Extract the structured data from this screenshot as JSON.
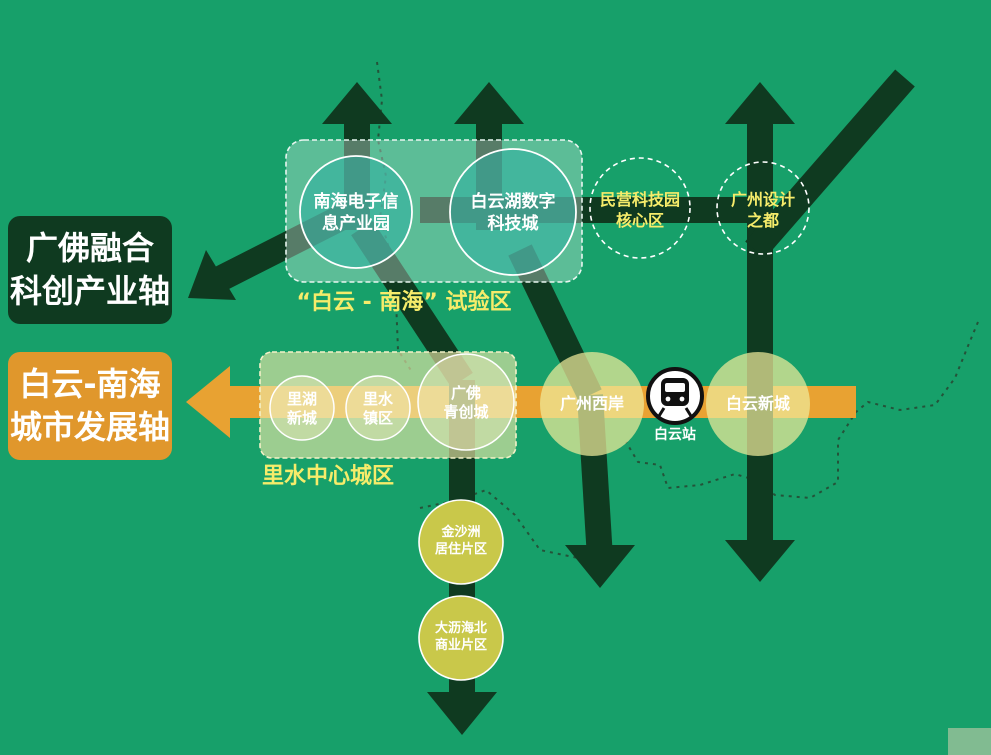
{
  "zones": {
    "baiyun_nanhai": "“白云 - 南海” 试验区",
    "lishui_center": "里水中心城区"
  },
  "nodes": {
    "nanhai_dianzi": "南海电子信\n息产业园",
    "baiyunhu": "白云湖数字\n科技城",
    "minying": "民营科技园\n核心区",
    "guangzhou_sheji": "广州设计\n之都",
    "lihu": "里湖\n新城",
    "lishui_zhen": "里水\n镇区",
    "guangfo_qingchuang": "广佛\n青创城",
    "guangzhou_xian": "广州西岸",
    "baiyun_xincheng": "白云新城",
    "jinshazhou": "金沙洲\n居住片区",
    "dalihaibei": "大沥海北\n商业片区"
  },
  "station": {
    "label": "白云站",
    "icon": "train-icon"
  },
  "axes": {
    "guangfo": "广佛融合\n科创产业轴",
    "baiyun_city": "白云-南海\n城市发展轴"
  },
  "colors": {
    "background": "#17a06a",
    "dark_axis": "#0f3a20",
    "orange_axis": "#e8a232",
    "axis_box_dark": "#0f3a20",
    "axis_box_orange": "#e0972c",
    "label_yellow": "#f6ec6a",
    "circle_olive": "#c9c84a"
  }
}
